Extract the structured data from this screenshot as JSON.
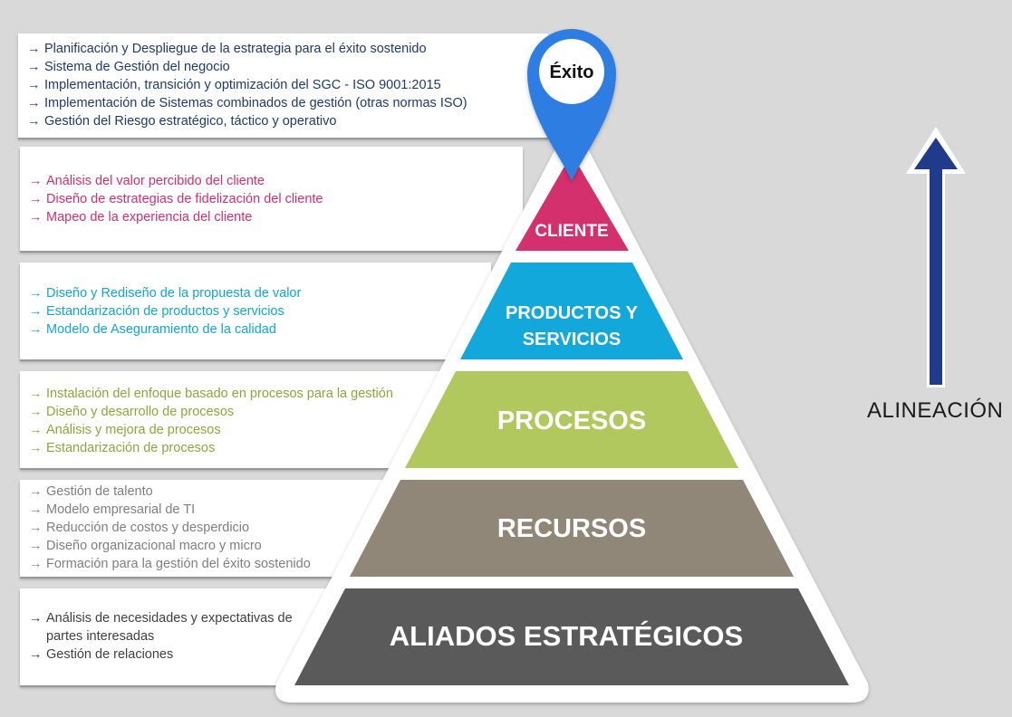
{
  "pin": {
    "label": "Éxito",
    "color": "#2f7de3"
  },
  "alignment": {
    "label": "ALINEACIÓN",
    "arrow_color": "#213b8c"
  },
  "tiers": {
    "cliente": {
      "label": "CLIENTE",
      "color": "#d3306d"
    },
    "productos": {
      "line1": "PRODUCTOS Y",
      "line2": "SERVICIOS",
      "color": "#12a8dc"
    },
    "procesos": {
      "label": "PROCESOS",
      "color": "#b0c85e"
    },
    "recursos": {
      "label": "RECURSOS",
      "color": "#918778"
    },
    "aliados": {
      "label": "ALIADOS ESTRATÉGICOS",
      "color": "#5a5a5a"
    }
  },
  "panels": {
    "top": {
      "arrow": "→",
      "items": [
        "Planificación y Despliegue de la estrategia para el éxito sostenido",
        "Sistema de Gestión del negocio",
        "Implementación, transición y optimización del SGC - ISO 9001:2015",
        "Implementación de Sistemas combinados de gestión (otras normas ISO)",
        "Gestión del Riesgo estratégico, táctico y operativo"
      ]
    },
    "cliente": {
      "arrow": "→",
      "items": [
        "Análisis del valor percibido del cliente",
        "Diseño de estrategias de fidelización del cliente",
        "Mapeo de la experiencia del cliente"
      ]
    },
    "productos": {
      "arrow": "→",
      "items": [
        "Diseño y Rediseño de la propuesta de valor",
        "Estandarización de productos y servicios",
        "Modelo de Aseguramiento de la calidad"
      ]
    },
    "procesos": {
      "arrow": "→",
      "items": [
        "Instalación del enfoque basado en procesos para la gestión",
        "Diseño y desarrollo de procesos",
        "Análisis y mejora de procesos",
        "Estandarización de procesos"
      ]
    },
    "recursos": {
      "arrow": "→",
      "items": [
        "Gestión de talento",
        "Modelo empresarial de TI",
        "Reducción de costos y desperdicio",
        "Diseño organizacional macro y micro",
        "Formación para la gestión del éxito sostenido"
      ]
    },
    "aliados": {
      "arrow": "→",
      "items": [
        "Análisis de necesidades y expectativas de partes interesadas",
        "Gestión de relaciones"
      ]
    }
  }
}
